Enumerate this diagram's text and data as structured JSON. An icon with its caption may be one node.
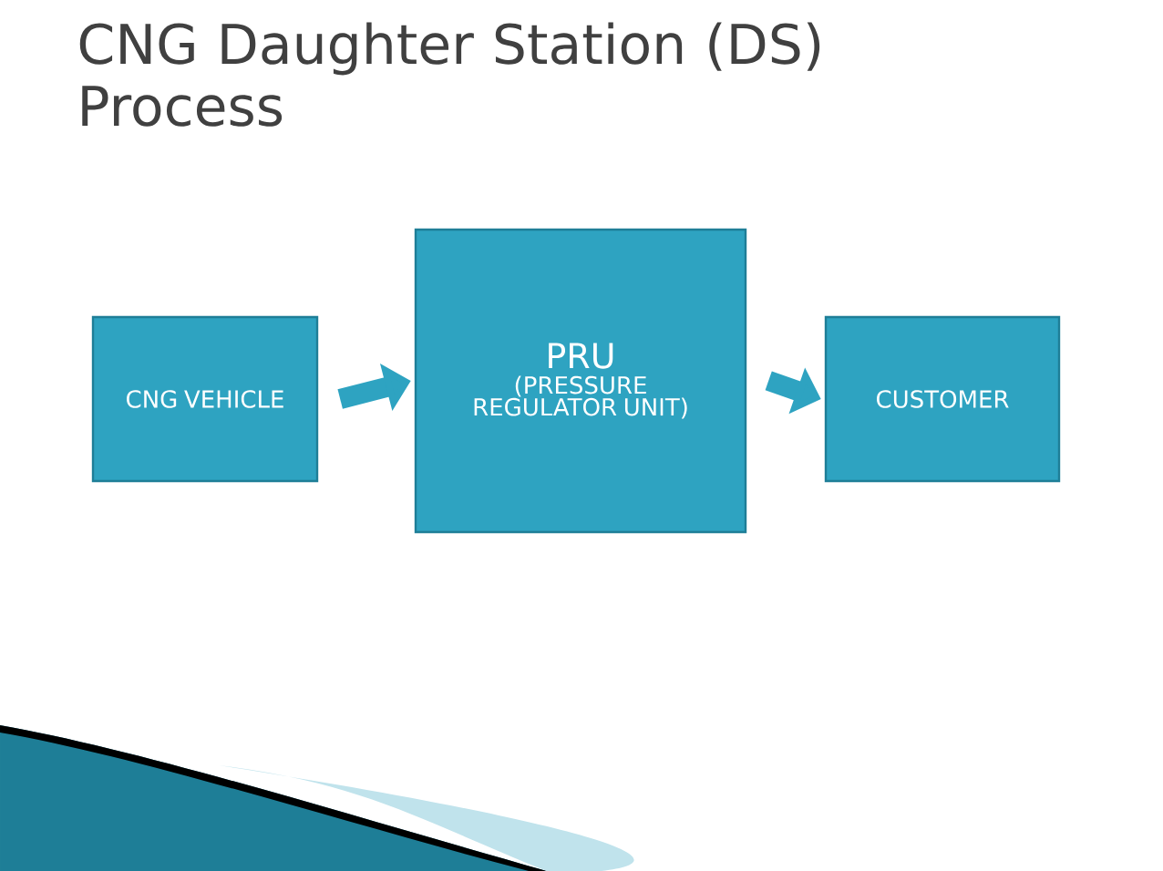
{
  "diagram": {
    "title": "CNG Daughter Station (DS) Process",
    "nodes": [
      {
        "text": [
          "CNG VEHICLE"
        ]
      },
      {
        "text": [
          "PRU",
          "(PRESSURE REGULATOR UNIT)"
        ]
      },
      {
        "text": [
          "CUSTOMER"
        ]
      }
    ],
    "edges": [
      {
        "from": 0,
        "to": 1,
        "arrow": "to"
      },
      {
        "from": 1,
        "to": 2,
        "arrow": "to"
      }
    ]
  }
}
